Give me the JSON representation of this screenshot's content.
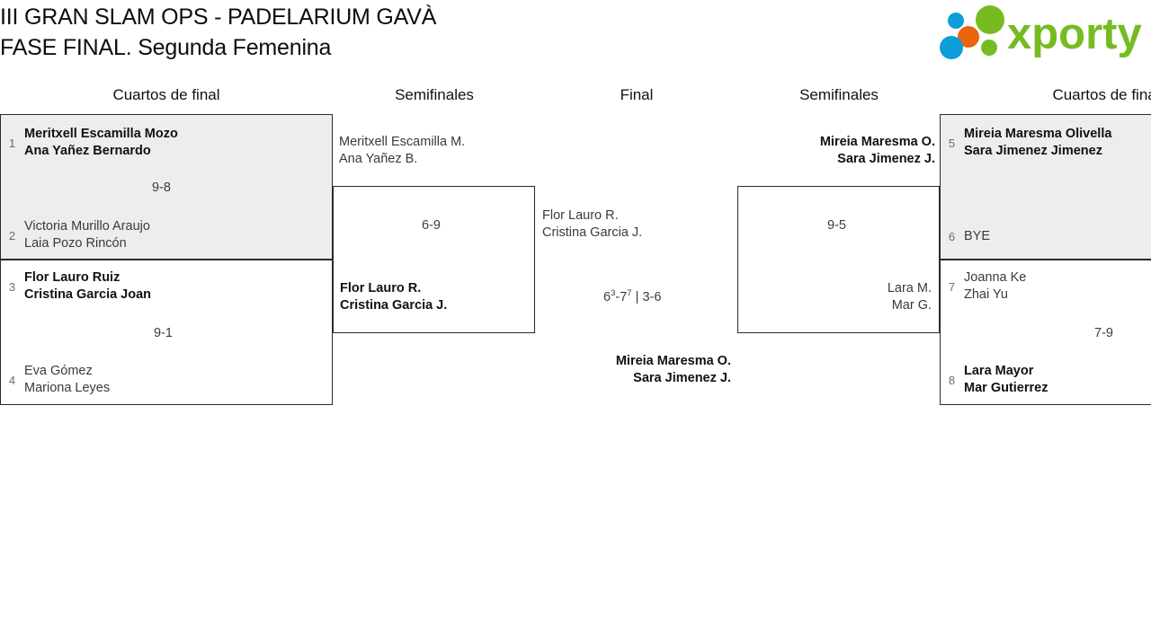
{
  "header": {
    "title_line1": "III GRAN SLAM OPS - PADELARIUM GAVÀ",
    "title_line2": "FASE FINAL. Segunda Femenina",
    "logo_text": "xporty",
    "logo_colors": {
      "green": "#76bc21",
      "blue": "#0d9ddb",
      "orange": "#e8650d"
    }
  },
  "rounds": [
    {
      "label": "Cuartos de final"
    },
    {
      "label": "Semifinales"
    },
    {
      "label": "Final"
    },
    {
      "label": "Semifinales"
    },
    {
      "label": "Cuartos de final"
    }
  ],
  "bracket": {
    "left_quarterfinals": [
      {
        "shaded": true,
        "score": "9-8",
        "top": {
          "seed": "1",
          "player1": "Meritxell Escamilla Mozo",
          "player2": "Ana Yañez Bernardo",
          "winner": true
        },
        "bottom": {
          "seed": "2",
          "player1": "Victoria Murillo Araujo",
          "player2": "Laia Pozo Rincón",
          "winner": false
        }
      },
      {
        "shaded": false,
        "score": "9-1",
        "top": {
          "seed": "3",
          "player1": "Flor Lauro Ruiz",
          "player2": "Cristina Garcia Joan",
          "winner": true
        },
        "bottom": {
          "seed": "4",
          "player1": "Eva Gómez",
          "player2": "Mariona Leyes",
          "winner": false
        }
      }
    ],
    "left_semifinal": {
      "score": "6-9",
      "top": {
        "player1": "Meritxell Escamilla M.",
        "player2": "Ana Yañez B.",
        "winner": false
      },
      "bottom": {
        "player1": "Flor Lauro R.",
        "player2": "Cristina Garcia J.",
        "winner": true
      }
    },
    "final": {
      "score_set1_games_a": "6",
      "score_set1_tb_a": "3",
      "score_set1_games_b": "7",
      "score_set1_tb_b": "7",
      "score_separator": "|",
      "score_set2": "3-6",
      "score_plain": "6³-7⁷ | 3-6",
      "top": {
        "player1": "Flor Lauro R.",
        "player2": "Cristina Garcia J.",
        "winner": false
      },
      "bottom": {
        "player1": "Mireia Maresma O.",
        "player2": "Sara Jimenez J.",
        "winner": true
      }
    },
    "right_semifinal": {
      "score": "9-5",
      "top": {
        "player1": "Mireia Maresma O.",
        "player2": "Sara Jimenez J.",
        "winner": true
      },
      "bottom": {
        "player1": "Lara M.",
        "player2": "Mar G.",
        "winner": false
      }
    },
    "right_quarterfinals": [
      {
        "shaded": true,
        "score": "",
        "top": {
          "seed": "5",
          "player1": "Mireia Maresma Olivella",
          "player2": "Sara Jimenez Jimenez",
          "winner": true
        },
        "bottom": {
          "seed": "6",
          "player1": "BYE",
          "player2": "",
          "winner": false
        }
      },
      {
        "shaded": false,
        "score": "7-9",
        "top": {
          "seed": "7",
          "player1": "Joanna Ke",
          "player2": "Zhai Yu",
          "winner": false
        },
        "bottom": {
          "seed": "8",
          "player1": "Lara Mayor",
          "player2": "Mar Gutierrez",
          "winner": true
        }
      }
    ]
  }
}
